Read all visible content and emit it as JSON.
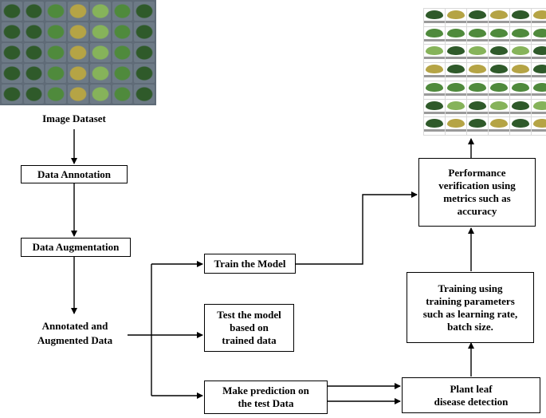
{
  "nodes": {
    "image_dataset": "Image Dataset",
    "data_annotation": "Data Annotation",
    "data_augmentation": "Data Augmentation",
    "annotated_augmented": "Annotated and\nAugmented Data",
    "train_model": "Train the Model",
    "test_model": "Test the model\nbased on\ntrained data",
    "make_prediction": "Make prediction on\nthe test Data",
    "plant_leaf": "Plant leaf\ndisease detection",
    "training_params": "Training using\ntraining parameters\nsuch as learning rate,\nbatch size.",
    "performance": "Performance\nverification using\nmetrics such as\naccuracy"
  },
  "images": {
    "dataset_mosaic": "leaf-dataset-image",
    "result_grid": "classified-leaf-results-image"
  },
  "colors": {
    "leaf_dark": "#2f5a2a",
    "leaf_mid": "#4f8a3c",
    "leaf_light": "#86b35a",
    "leaf_yellow": "#b5a445",
    "background_tile": "#6d7a86"
  }
}
